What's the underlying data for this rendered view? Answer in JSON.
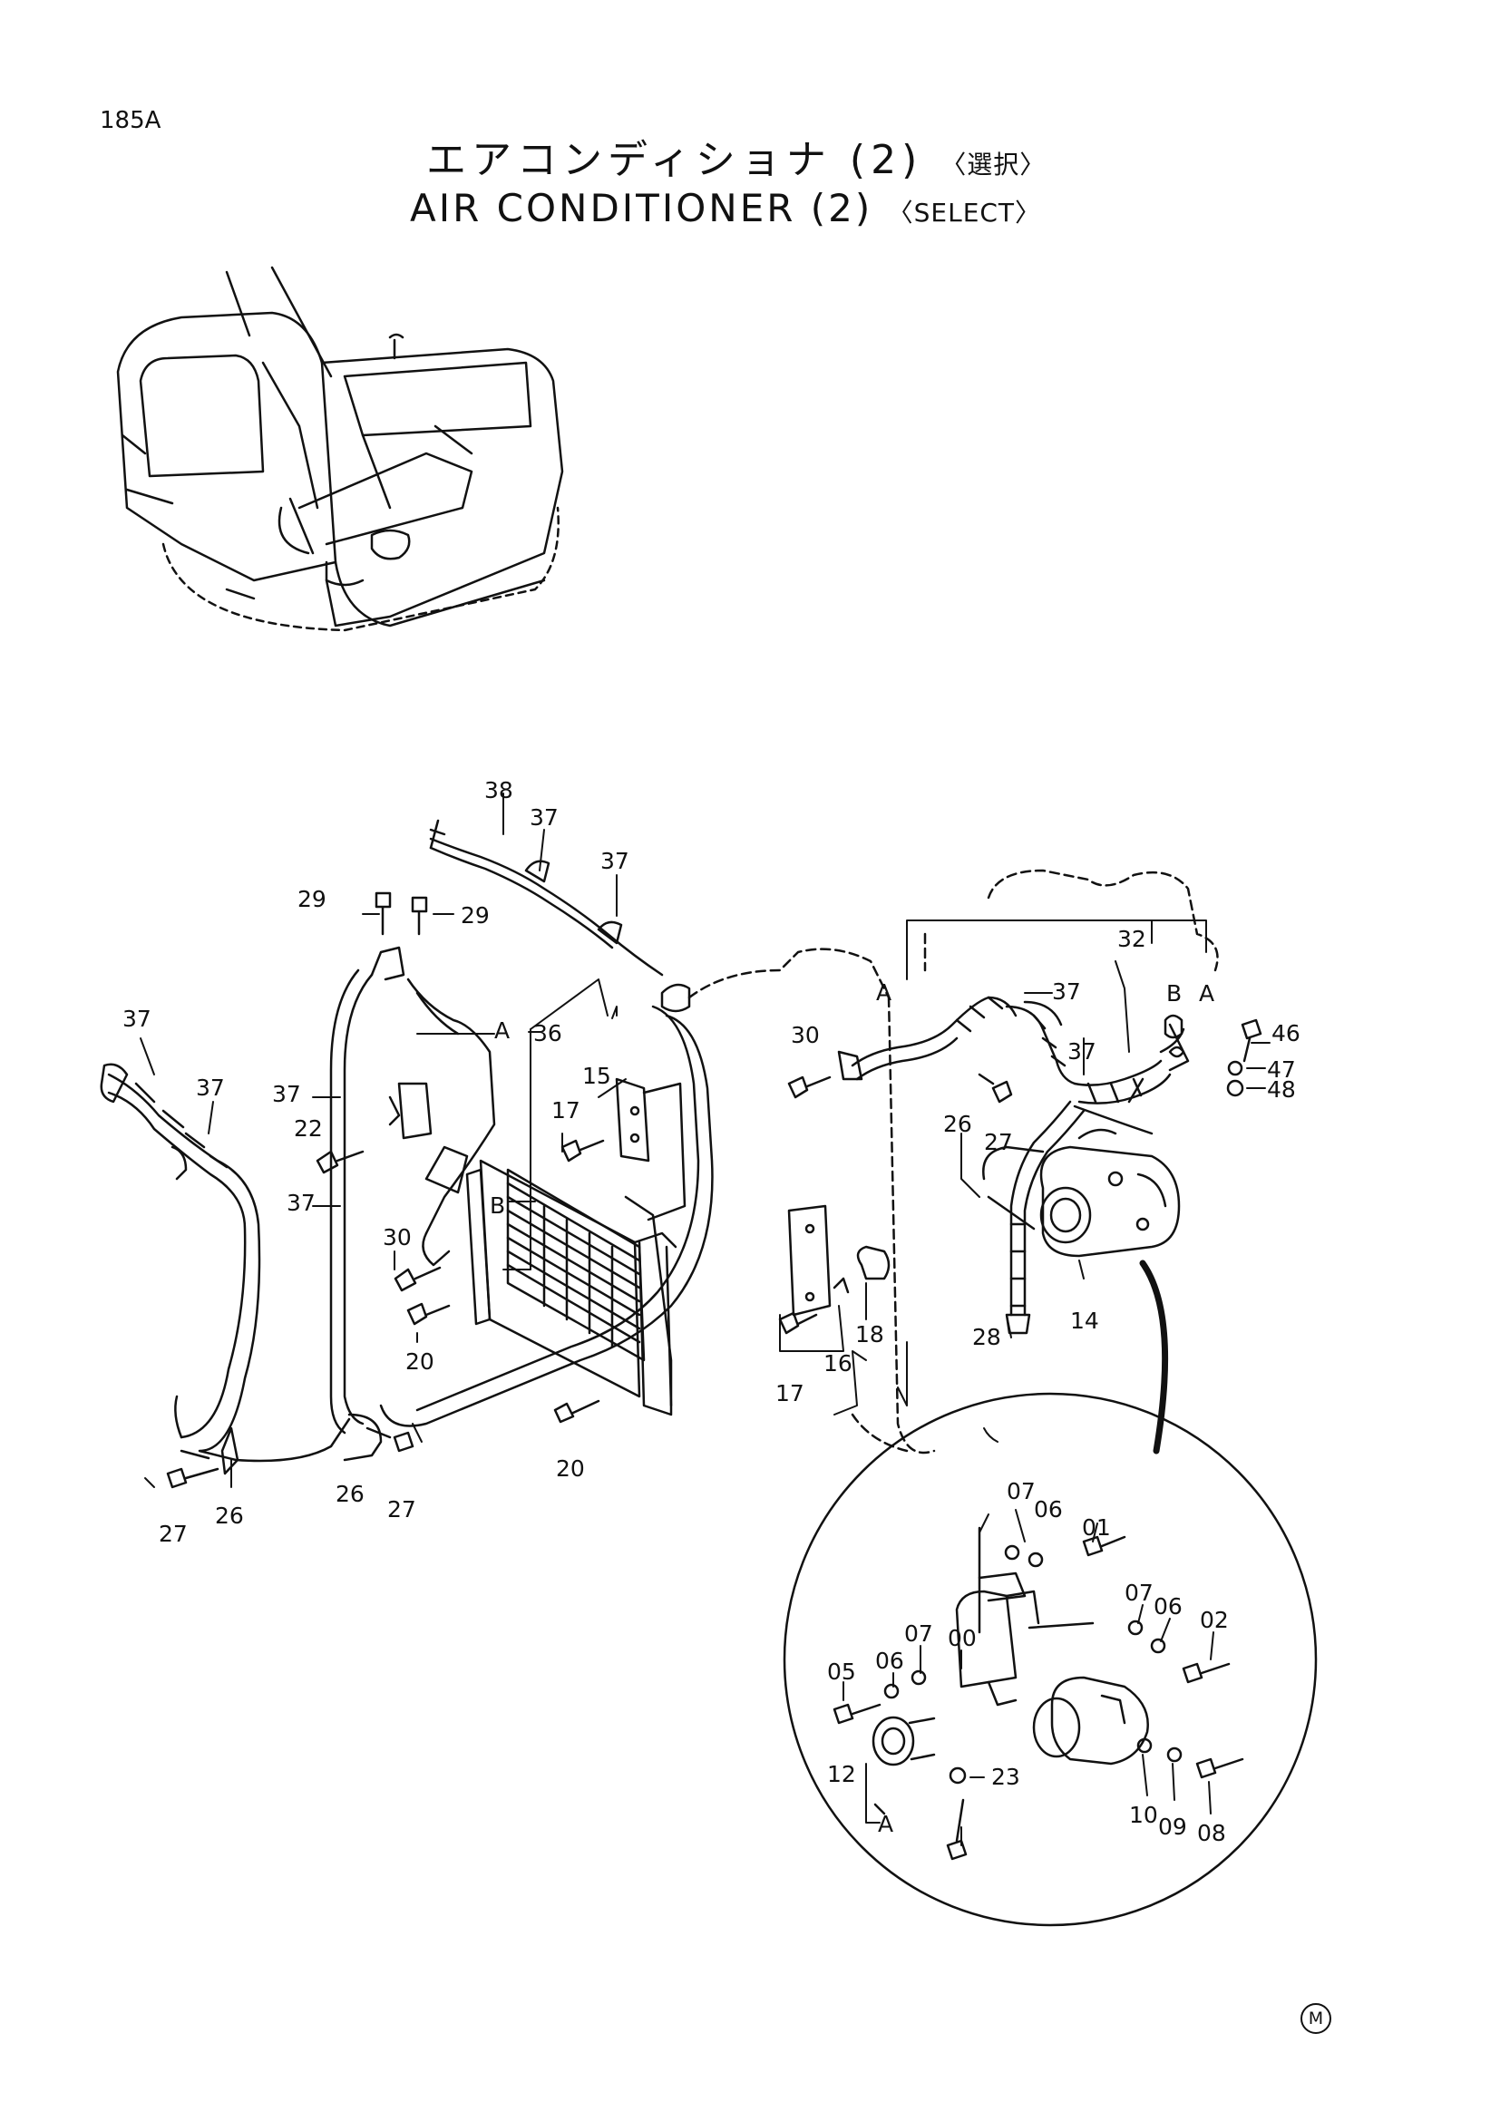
{
  "page_code": "185A",
  "title_jp": "エアコンディショナ (2)",
  "title_jp_select": "〈選択〉",
  "title_en": "AIR CONDITIONER (2)",
  "title_en_select": "〈SELECT〉",
  "part_labels": {
    "p38": "38",
    "p37a": "37",
    "p37b": "37",
    "p29a": "29",
    "p29b": "29",
    "p37c": "37",
    "p37d": "37",
    "pA1": "A",
    "p36": "36",
    "p37e": "37",
    "p22": "22",
    "p15": "15",
    "p17a": "17",
    "p37f": "37",
    "p30a": "30",
    "pB1": "B",
    "p20a": "20",
    "p27a": "27",
    "p26a": "26",
    "p26b": "26",
    "p27b": "27",
    "p20b": "20",
    "p30b": "30",
    "pA2": "A",
    "p37g": "37",
    "p32": "32",
    "pB2": "B",
    "pA3": "A",
    "p46": "46",
    "p47": "47",
    "p48": "48",
    "p37h": "37",
    "p26c": "26",
    "p27c": "27",
    "p18": "18",
    "p16": "16",
    "p17b": "17",
    "p28": "28",
    "p14": "14",
    "d07a": "07",
    "d06a": "06",
    "d01": "01",
    "d07b": "07",
    "d06b": "06",
    "d02": "02",
    "d00": "00",
    "d07c": "07",
    "d06c": "06",
    "d05": "05",
    "d12": "12",
    "d23": "23",
    "d10": "10",
    "d09": "09",
    "d08": "08",
    "dA": "A"
  },
  "footer_mark": "M"
}
